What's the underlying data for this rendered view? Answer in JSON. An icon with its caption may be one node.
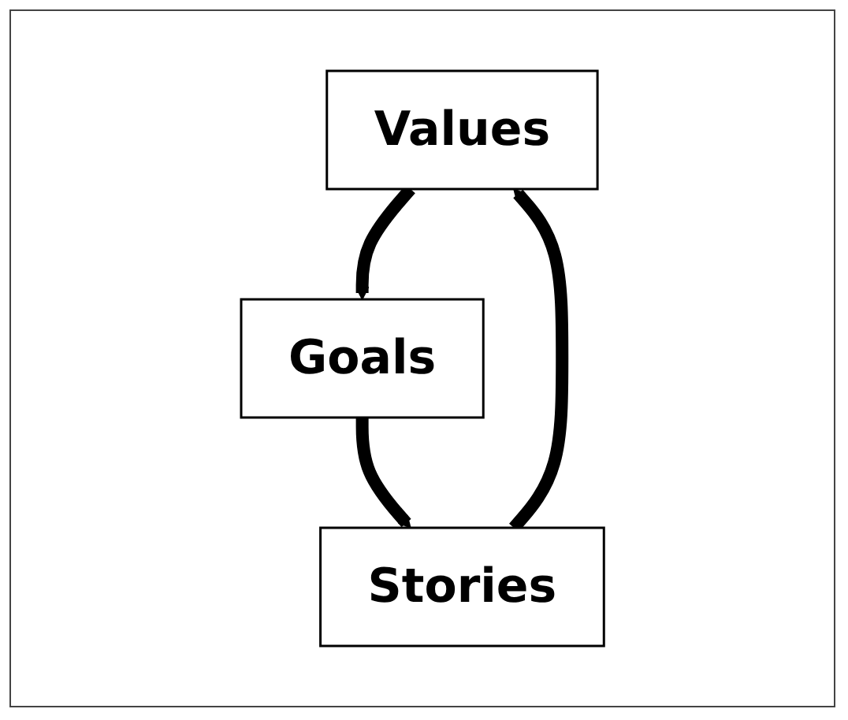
{
  "diagram": {
    "nodes": [
      {
        "text": [
          "Values"
        ]
      },
      {
        "text": [
          "Goals"
        ]
      },
      {
        "text": [
          "Stories"
        ]
      }
    ],
    "edges": [
      {
        "from": 0,
        "to": 1,
        "arrow": "to"
      },
      {
        "from": 1,
        "to": 2,
        "arrow": "to"
      },
      {
        "from": 2,
        "to": 0,
        "arrow": "to"
      }
    ]
  }
}
